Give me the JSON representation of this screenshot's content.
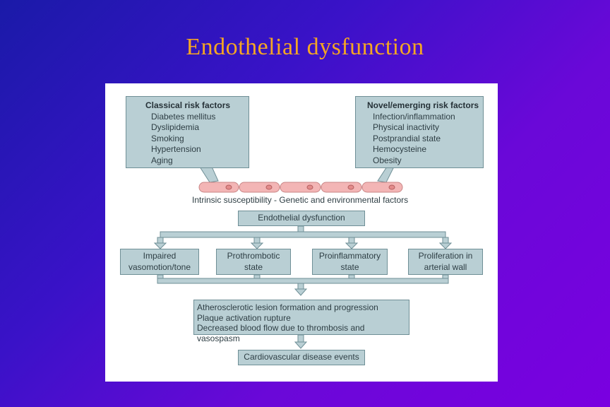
{
  "slide": {
    "title": "Endothelial dysfunction"
  },
  "diagram": {
    "classical": {
      "heading": "Classical risk factors",
      "items": [
        "Diabetes mellitus",
        "Dyslipidemia",
        "Smoking",
        "Hypertension",
        "Aging"
      ]
    },
    "novel": {
      "heading": "Novel/emerging risk factors",
      "items": [
        "Infection/inflammation",
        "Physical inactivity",
        "Postprandial state",
        "Hemocysteine",
        "Obesity"
      ]
    },
    "susceptibility": "Intrinsic susceptibility - Genetic and environmental factors",
    "endothelial": "Endothelial dysfunction",
    "effects": [
      {
        "line1": "Impaired",
        "line2": "vasomotion/tone"
      },
      {
        "line1": "Prothrombotic",
        "line2": "state"
      },
      {
        "line1": "Proinflammatory",
        "line2": "state"
      },
      {
        "line1": "Proliferation in",
        "line2": "arterial wall"
      }
    ],
    "outcomes": [
      "Atherosclerotic lesion formation and progression",
      "Plaque activation rupture",
      "Decreased blood flow due to thrombosis and vasospasm"
    ],
    "final": "Cardiovascular disease events",
    "colors": {
      "box": "#b9cfd4",
      "cell": "#f3b5b5",
      "title": "#f5a623"
    }
  }
}
